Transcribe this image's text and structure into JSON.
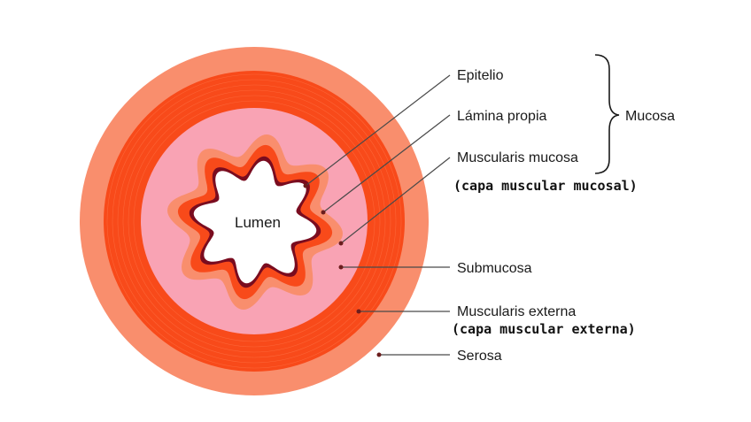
{
  "diagram": {
    "center_label": "Lumen",
    "labels": {
      "epitelio": "Epitelio",
      "lamina_propia": "Lámina propia",
      "muscularis_mucosa": "Muscularis mucosa",
      "muscularis_mucosa_note": "(capa muscular mucosal)",
      "mucosa_group": "Mucosa",
      "submucosa": "Submucosa",
      "muscularis_externa": "Muscularis externa",
      "muscularis_externa_note": "(capa muscular externa)",
      "serosa": "Serosa"
    },
    "colors": {
      "serosa": "#f98e6d",
      "muscularis_externa": "#f84a1a",
      "submucosa": "#f9a3b4",
      "mucosa_outer": "#f98e6d",
      "muscularis_mucosa": "#f84a1a",
      "epitelio": "#7a0c1f",
      "lumen": "#ffffff"
    }
  }
}
